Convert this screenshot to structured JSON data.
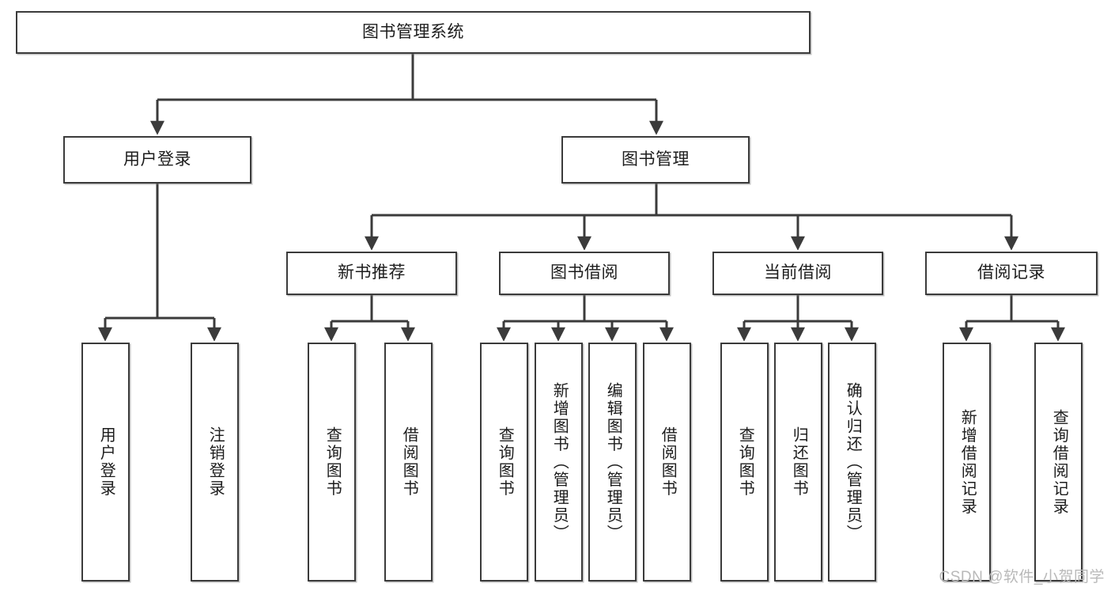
{
  "diagram": {
    "title": "图书管理系统",
    "watermark": "CSDN @软件_小贺同学",
    "line_color": "#3b3b3b",
    "box_border_color": "#3b3b3b",
    "box_fill_color": "#ffffff",
    "text_color": "#1c1c1c",
    "watermark_color": "#b9b9b9"
  },
  "nodes": {
    "root": {
      "label": "图书管理系统"
    },
    "level2": [
      {
        "label": "用户登录"
      },
      {
        "label": "图书管理"
      }
    ],
    "level3": [
      {
        "label": "新书推荐"
      },
      {
        "label": "图书借阅"
      },
      {
        "label": "当前借阅"
      },
      {
        "label": "借阅记录"
      }
    ],
    "leaves": {
      "user_login": [
        {
          "label": "用户登录"
        },
        {
          "label": "注销登录"
        }
      ],
      "new_book_recommend": [
        {
          "label": "查询图书"
        },
        {
          "label": "借阅图书"
        }
      ],
      "book_borrow": [
        {
          "label": "查询图书"
        },
        {
          "label": "新增图书（管理员）"
        },
        {
          "label": "编辑图书（管理员）"
        },
        {
          "label": "借阅图书"
        }
      ],
      "current_borrow": [
        {
          "label": "查询图书"
        },
        {
          "label": "归还图书"
        },
        {
          "label": "确认归还（管理员）"
        }
      ],
      "borrow_record": [
        {
          "label": "新增借阅记录"
        },
        {
          "label": "查询借阅记录"
        }
      ]
    }
  }
}
